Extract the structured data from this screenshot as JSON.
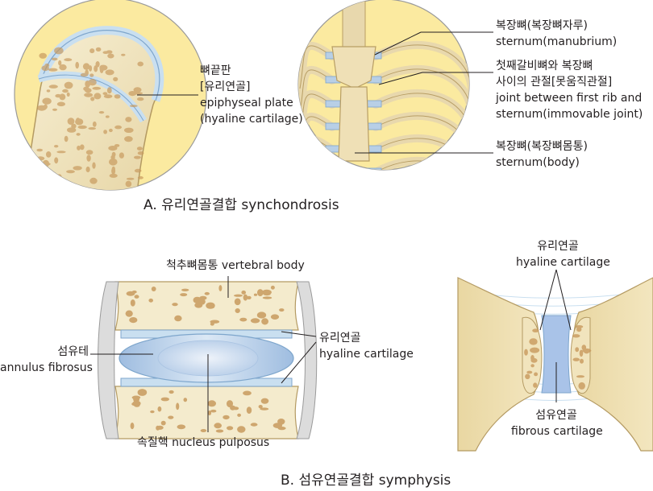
{
  "panel_a": {
    "caption": "A. 유리연골결합 synchondrosis",
    "epiphyseal_label": [
      "뼈끝판",
      "[유리연골]",
      "epiphyseal plate",
      "(hyaline cartilage)"
    ],
    "manubrium_label": [
      "복장뼈(복장뼈자루)",
      "sternum(manubrium)"
    ],
    "joint_label": [
      "첫째갈비뼈와 복장뼈",
      "사이의 관절[못움직관절]",
      "joint between first rib and",
      "sternum(immovable joint)"
    ],
    "body_label": [
      "복장뼈(복장뼈몸통)",
      "sternum(body)"
    ]
  },
  "panel_b": {
    "caption": "B. 섬유연골결합 symphysis",
    "vertebral_body_label": "척추뼈몸통 vertebral body",
    "annulus_label": [
      "섬유테",
      "annulus fibrosus"
    ],
    "hyaline_label": [
      "유리연골",
      "hyaline cartilage"
    ],
    "nucleus_label": "속질핵 nucleus pulposus",
    "pubic_hyaline_label": [
      "유리연골",
      "hyaline cartilage"
    ],
    "fibrous_label": [
      "섬유연골",
      "fibrous cartilage"
    ]
  },
  "colors": {
    "circle_bg": "#fbeaa0",
    "bone": "#f4ebcd",
    "bone_dark": "#d9c48e",
    "cartilage": "#c9dff0",
    "cartilage_edge": "#7ea6cc",
    "spongy_holes": "#c89a5e"
  }
}
